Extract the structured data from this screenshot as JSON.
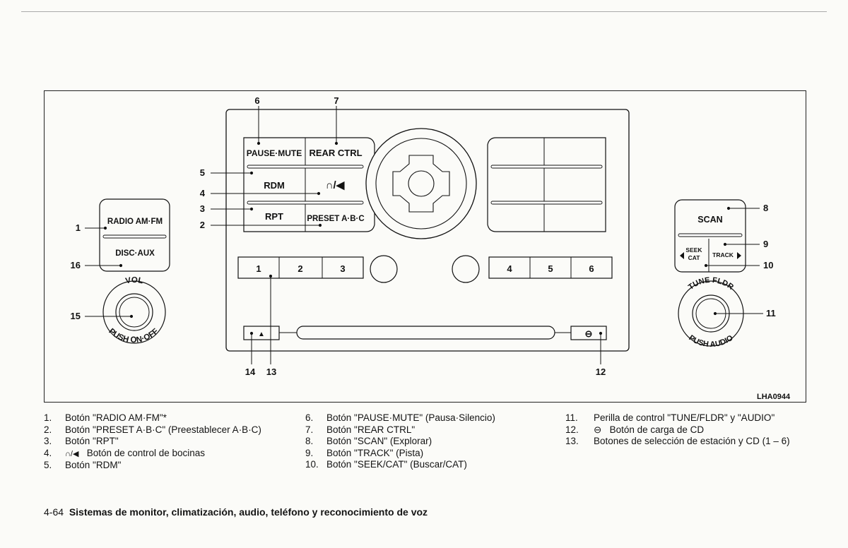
{
  "diagram": {
    "code": "LHA0944",
    "callouts": [
      "1",
      "2",
      "3",
      "4",
      "5",
      "6",
      "7",
      "8",
      "9",
      "10",
      "11",
      "12",
      "13",
      "14",
      "15",
      "16"
    ],
    "buttons": {
      "pause_mute": "PAUSE·MUTE",
      "rear_ctrl": "REAR CTRL",
      "rdm": "RDM",
      "speaker": "∩/◀",
      "rpt": "RPT",
      "preset": "PRESET A·B·C",
      "radio": "RADIO AM·FM",
      "disc": "DISC·AUX",
      "scan": "SCAN",
      "seek": "SEEK",
      "cat": "CAT",
      "track": "TRACK",
      "presets_left": [
        "1",
        "2",
        "3"
      ],
      "presets_right": [
        "4",
        "5",
        "6"
      ],
      "eject": "▲",
      "load": "⊖"
    },
    "knobs": {
      "vol": "VOL",
      "push_onoff": "PUSH ON·OFF",
      "tune_fldr": "TUNE FLDR",
      "push_audio": "PUSH AUDIO"
    }
  },
  "legend": {
    "col1": [
      {
        "n": "1.",
        "t": "Botón \"RADIO AM·FM\"*"
      },
      {
        "n": "2.",
        "t": "Botón \"PRESET A·B·C\" (Preestablecer A·B·C)"
      },
      {
        "n": "3.",
        "t": "Botón \"RPT\""
      },
      {
        "n": "4.",
        "icon": "∩/◀",
        "t": "Botón de control de bocinas"
      },
      {
        "n": "5.",
        "t": "Botón \"RDM\""
      }
    ],
    "col2": [
      {
        "n": "6.",
        "t": "Botón \"PAUSE·MUTE\" (Pausa·Silencio)"
      },
      {
        "n": "7.",
        "t": "Botón \"REAR CTRL\""
      },
      {
        "n": "8.",
        "t": "Botón \"SCAN\" (Explorar)"
      },
      {
        "n": "9.",
        "t": "Botón \"TRACK\" (Pista)"
      },
      {
        "n": "10.",
        "t": "Botón \"SEEK/CAT\" (Buscar/CAT)"
      }
    ],
    "col3": [
      {
        "n": "11.",
        "t": "Perilla de control \"TUNE/FLDR\" y \"AUDIO\""
      },
      {
        "n": "12.",
        "icon": "⊖",
        "t": "Botón de carga de CD"
      },
      {
        "n": "13.",
        "t": "Botones de selección de estación y CD (1 – 6)"
      }
    ]
  },
  "footer": {
    "page": "4-64",
    "title": "Sistemas de monitor, climatización, audio, teléfono y reconocimiento de voz"
  }
}
